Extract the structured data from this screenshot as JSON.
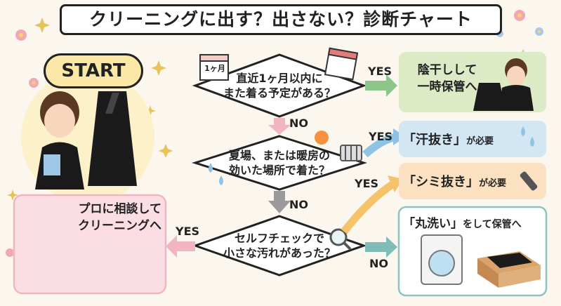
{
  "title": "クリーニングに出す？出さない？診断チャート",
  "start": "START",
  "questions": {
    "q1": {
      "line1": "直近1ヶ月以内に",
      "line2": "また着る予定がある？"
    },
    "q2": {
      "line1": "夏場、または暖房の",
      "line2": "効いた場所で着た？"
    },
    "q3": {
      "line1": "セルフチェックで",
      "line2": "小さな汚れがあった？"
    }
  },
  "results": {
    "shade_dry": {
      "line1": "陰干しして",
      "line2": "一時保管へ"
    },
    "sweat": {
      "main": "「汗抜き」",
      "suffix": "が必要"
    },
    "stain": {
      "main": "「シミ抜き」",
      "suffix": "が必要"
    },
    "marusen": {
      "main": "「丸洗い」",
      "suffix": "をして保管へ"
    },
    "pro": {
      "line1": "プロに相談して",
      "line2": "クリーニングへ"
    }
  },
  "labels": {
    "yes": "YES",
    "no": "NO"
  },
  "calendar_badge": "1ヶ月",
  "colors": {
    "green_box": "#dcebc5",
    "blue_box": "#d3e6f4",
    "orange_box": "#fbe1c2",
    "white_box_border": "#8cc4c0",
    "pink_box": "#fbdde4",
    "arrow_pink": "#f1b5c2",
    "arrow_gray": "#9a9a9a",
    "arrow_blue": "#8ec3e6",
    "arrow_orange": "#f6c26a",
    "arrow_teal": "#7fbcb6"
  }
}
